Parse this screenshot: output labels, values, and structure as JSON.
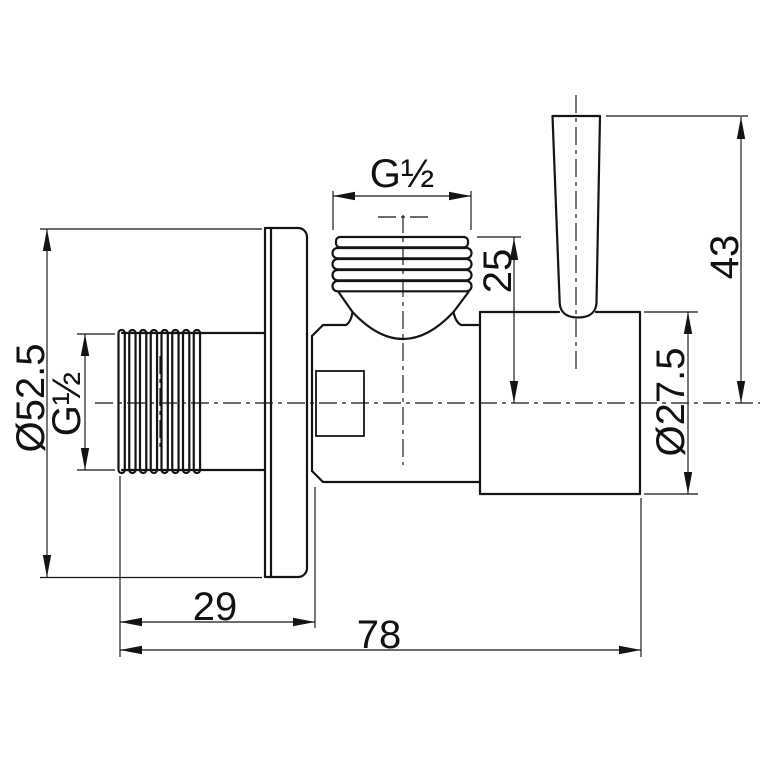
{
  "drawing": {
    "background": "#ffffff",
    "line_color": "#141414",
    "labels": {
      "flange_diameter": "Ø52.5",
      "inlet_thread": "G½",
      "outlet_thread": "G½",
      "outlet_offset": "25",
      "handle_height": "43",
      "body_diameter": "Ø27.5",
      "wall_depth": "29",
      "overall_length": "78"
    }
  }
}
